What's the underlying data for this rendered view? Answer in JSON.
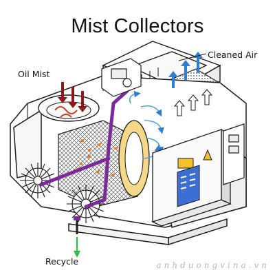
{
  "title": "Mist Collectors",
  "labels": {
    "oil_mist": "Oil Mist",
    "cleaned_air": "Cleaned Air",
    "recycle": "Recycle"
  },
  "watermark": "anhduongvina.vn",
  "colors": {
    "outline": "#1a1a1a",
    "oil_mist_arrows": "#8a1a1a",
    "cleaned_air_arrows": "#2f7fcf",
    "internal_airflow": "#4aa3e0",
    "mist_droplets": "#e07a2a",
    "pipe": "#7a2a9a",
    "recycle_arrow": "#27c23a",
    "warning_panel": "#f2c12e",
    "control_panel": "#3c6fd1"
  }
}
